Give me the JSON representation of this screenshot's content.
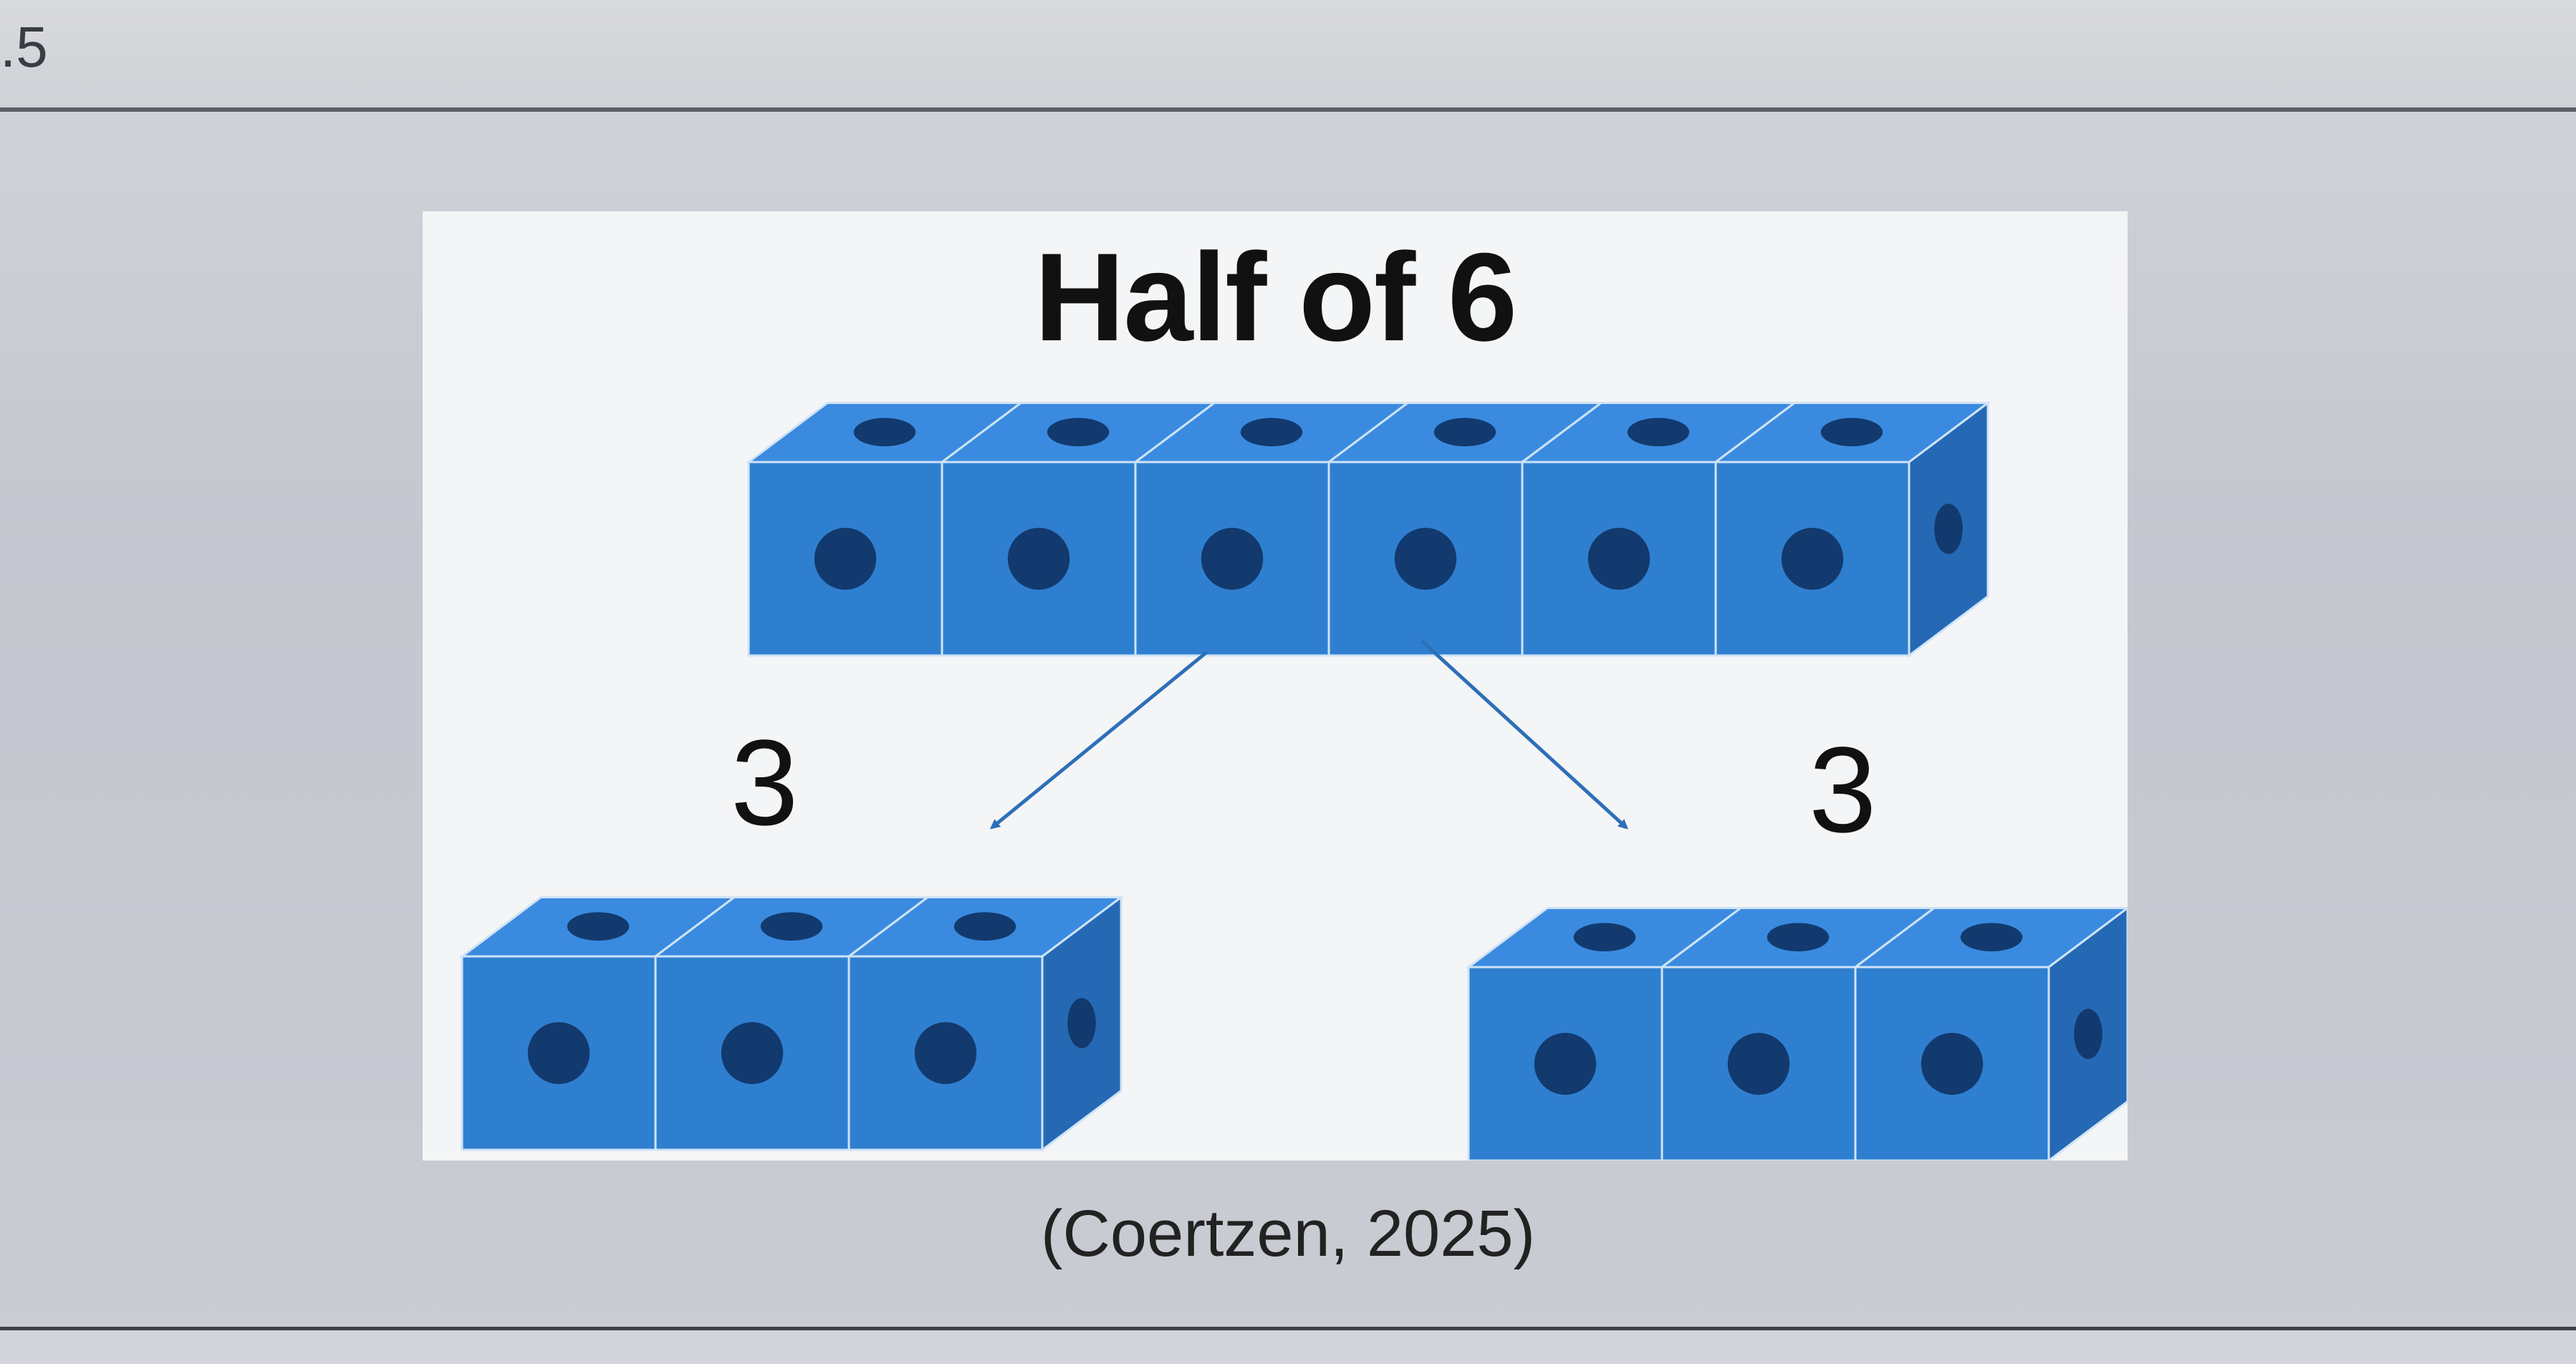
{
  "page": {
    "page_number_fragment": ".5"
  },
  "figure": {
    "title": "Half of 6",
    "left_count": "3",
    "right_count": "3",
    "total_cubes": 6,
    "left_group_cubes": 3,
    "right_group_cubes": 3,
    "cube_color": "#2f7fd0",
    "dot_color": "#123a6e"
  },
  "caption": {
    "citation": "(Coertzen, 2025)"
  }
}
